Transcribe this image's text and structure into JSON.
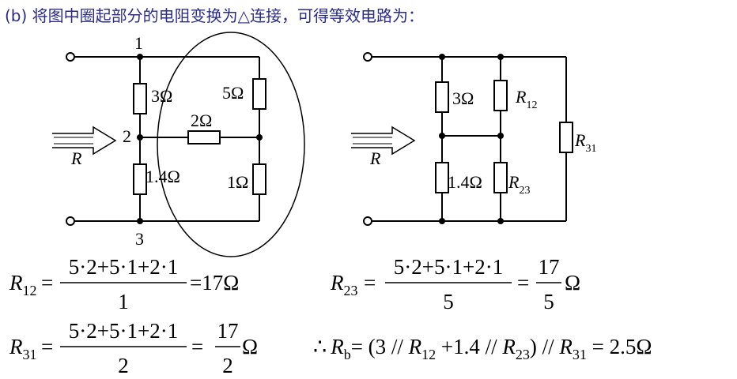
{
  "heading": "(b) 将图中圈起部分的电阻变换为△连接，可得等效电路为：",
  "left_circuit": {
    "node_top": "1",
    "node_mid": "2",
    "node_bottom": "3",
    "input_symbol": "R",
    "res_left_top": "3Ω",
    "res_mid_horizontal": "2Ω",
    "res_right_top": "5Ω",
    "res_left_bottom": "1.4Ω",
    "res_right_bottom": "1Ω"
  },
  "right_circuit": {
    "input_symbol": "R",
    "res_left_top": "3Ω",
    "res_left_bottom": "1.4Ω",
    "r12_main": "R",
    "r12_sub": "12",
    "r23_main": "R",
    "r23_sub": "23",
    "r31_main": "R",
    "r31_sub": "31"
  },
  "formulas": {
    "r12": {
      "lhs_main": "R",
      "lhs_sub": "12",
      "eq": "=",
      "numerator": "5·2+5·1+2·1",
      "denominator": "1",
      "result": "=17Ω"
    },
    "r23": {
      "lhs_main": "R",
      "lhs_sub": "23",
      "eq": "=",
      "numerator": "5·2+5·1+2·1",
      "denominator": "5",
      "eq2": "=",
      "res_num": "17",
      "res_den": "5",
      "unit": "Ω"
    },
    "r31": {
      "lhs_main": "R",
      "lhs_sub": "31",
      "eq": "=",
      "numerator": "5·2+5·1+2·1",
      "denominator": "2",
      "eq2": "=",
      "res_num": "17",
      "res_den": "2",
      "unit": "Ω"
    },
    "rb": {
      "therefore": "∴",
      "rb_main": "R",
      "rb_sub": "b",
      "part1": "= (3 // ",
      "r12_main": "R",
      "r12_sub": "12",
      "part2": " +1.4 // ",
      "r23_main": "R",
      "r23_sub": "23",
      "part3": ") // ",
      "r31_main": "R",
      "r31_sub": "31",
      "part4": " = 2.5Ω"
    }
  },
  "colors": {
    "heading": "#2b2b8c",
    "line": "#000000",
    "background": "#ffffff"
  }
}
